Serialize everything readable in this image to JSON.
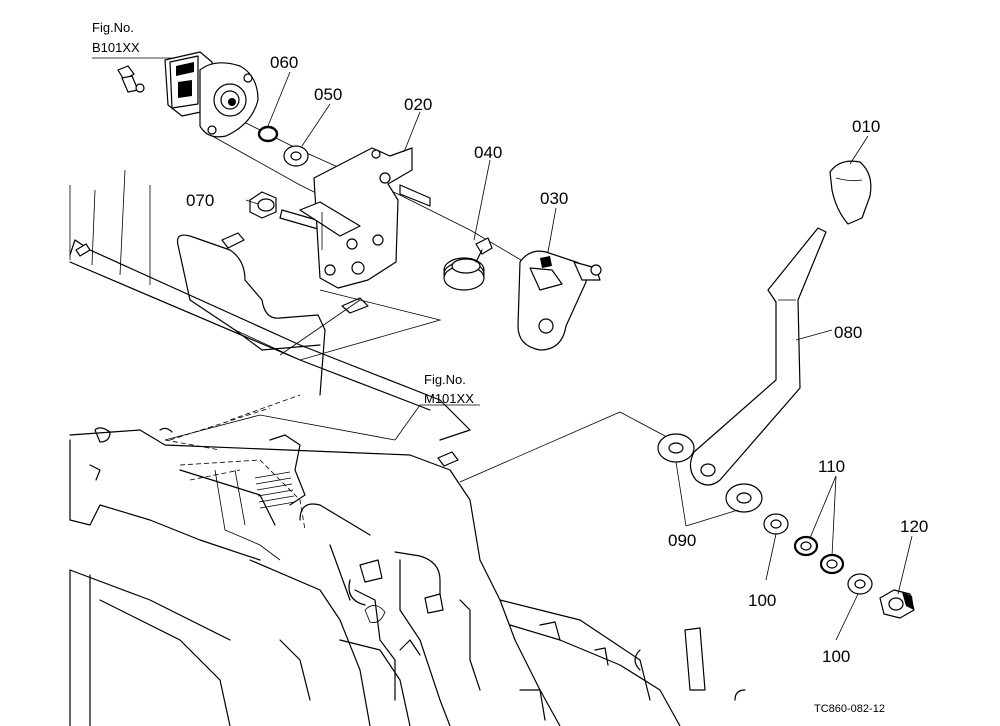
{
  "fig_refs": [
    {
      "label": "Fig.No.",
      "number": "B101XX"
    },
    {
      "label": "Fig.No.",
      "number": "M101XX"
    }
  ],
  "callouts": [
    "010",
    "020",
    "030",
    "040",
    "050",
    "060",
    "070",
    "080",
    "090",
    "100",
    "100",
    "110",
    "120"
  ],
  "drawing_code": "TC860-082-12"
}
